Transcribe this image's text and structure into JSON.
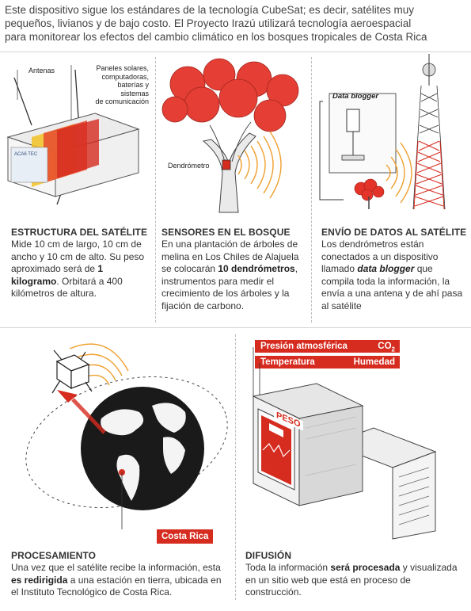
{
  "intro": {
    "line1": "Este dispositivo sigue los estándares de la tecnología CubeSat; es decir, satélites muy",
    "line2": "pequeños, livianos y de bajo costo. El Proyecto Irazú utilizará tecnología aeroespacial",
    "line3": "para monitorear los efectos del cambio climático en los bosques tropicales de Costa Rica"
  },
  "satellite": {
    "label_antenas": "Antenas",
    "label_paneles_1": "Paneles solares,",
    "label_paneles_2": "computadoras,",
    "label_paneles_3": "baterías y sistemas",
    "label_paneles_4": "de comunicación",
    "side_text": "ACA6 TEC",
    "title": "ESTRUCTURA DEL SATÉLITE",
    "body": {
      "t1": "Mide 10 cm de largo, 10 cm de ancho y 10 cm de alto. Su peso aproximado será de ",
      "b1": "1 kilogramo",
      "t2": ". Orbitará a 400 kilómetros de altura."
    }
  },
  "sensors": {
    "label_dendrometro": "Dendrómetro",
    "title": "SENSORES EN EL BOSQUE",
    "body": {
      "t1": "En una plantación de árboles de melina en Los Chiles de Alajuela se colocarán ",
      "b1": "10 dendrómetros",
      "t2": ", instrumentos para medir el crecimiento de los árboles y la fijación de carbono."
    }
  },
  "data_send": {
    "label_blogger": "Data blogger",
    "title": "ENVÍO DE DATOS AL SATÉLITE",
    "body": {
      "t1": "Los dendrómetros están conectados a un dispositivo llamado ",
      "b1": "data blogger",
      "t2": " que compila toda la información, la envía a una antena y de ahí pasa al satélite"
    }
  },
  "processing": {
    "tag": "Costa Rica",
    "title": "PROCESAMIENTO",
    "body": {
      "t1": "Una vez que el satélite recibe la información, esta ",
      "b1": "es redirigida",
      "t2": " a una estación en tierra, ubicada en el Instituto Tecnológico de Costa Rica."
    }
  },
  "diffusion": {
    "tag1_left": "Presión atmosférica",
    "tag1_right": "CO",
    "tag1_sub": "2",
    "tag2_left": "Temperatura",
    "tag2_right": "Humedad",
    "screen_label": "PESO",
    "title": "DIFUSIÓN",
    "body": {
      "t1": "Toda la información ",
      "b1": "será procesada",
      "t2": " y visualizada en un sitio web que está en proceso de construcción."
    }
  },
  "colors": {
    "accent": "#d62b1f",
    "text": "#333333",
    "divider": "#d6d6d6"
  }
}
